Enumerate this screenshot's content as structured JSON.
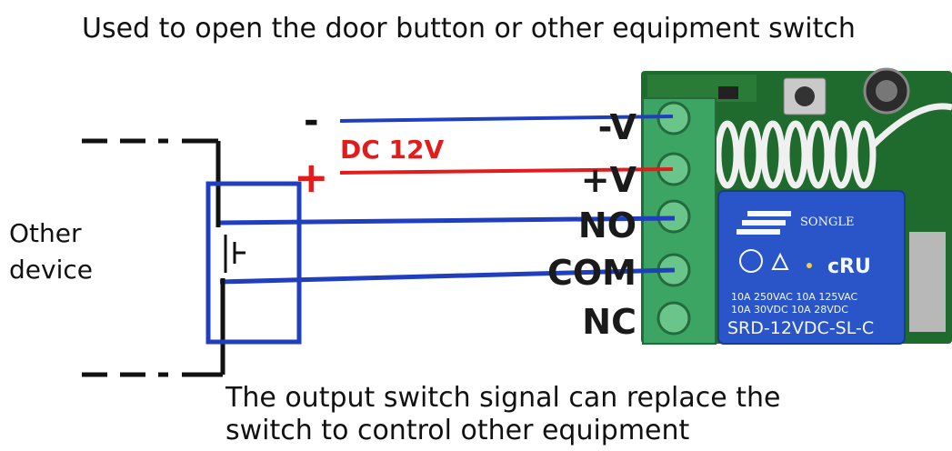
{
  "captions": {
    "top": "Used to open the door button or other equipment switch",
    "bottom_line1": "The output switch signal can replace the",
    "bottom_line2": "switch to control other equipment"
  },
  "device_label": {
    "line1": "Other",
    "line2": "device"
  },
  "power": {
    "minus": "-",
    "plus": "+",
    "label": "DC 12V"
  },
  "terminals": [
    "-V",
    "+V",
    "NO",
    "COM",
    "NC"
  ],
  "relay": {
    "brand": "SONGLE",
    "rating_line1": "10A 250VAC  10A 125VAC",
    "rating_line2": "10A  30VDC  10A  28VDC",
    "model": "SRD-12VDC-SL-C"
  },
  "colors": {
    "negative_wire": "#1f3fbf",
    "positive_wire": "#e21b1b",
    "switch_wire": "#1f3fbf",
    "pcb": "#1f6b2e",
    "terminal_block": "#3da564",
    "relay": "#2a55c8"
  }
}
